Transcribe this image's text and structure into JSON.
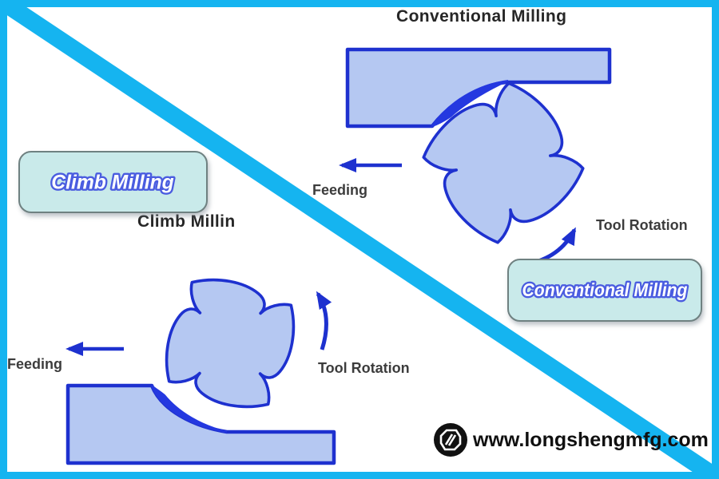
{
  "conventional": {
    "title": "Conventional Milling",
    "feeding_label": "Feeding",
    "rotation_label": "Tool Rotation",
    "badge_label": "Conventional Milling"
  },
  "climb": {
    "caption": "Climb Millin",
    "feeding_label": "Feeding",
    "rotation_label": "Tool Rotation",
    "badge_label": "Climb Milling"
  },
  "footer": {
    "website": "www.longshengmfg.com",
    "logo": "longsheng-logo"
  },
  "colors": {
    "accent_cyan": "#15b4f0",
    "outline_blue": "#1e31cf",
    "workpiece_fill": "#b5c8f2",
    "chip_blue": "#2438e0",
    "badge_bg": "#c9eaea",
    "badge_border": "#6f8181",
    "badge_text_stroke": "#4a5ce0",
    "label_gray": "#3c3c3c",
    "title_dark": "#262626",
    "logo_black": "#111111"
  }
}
